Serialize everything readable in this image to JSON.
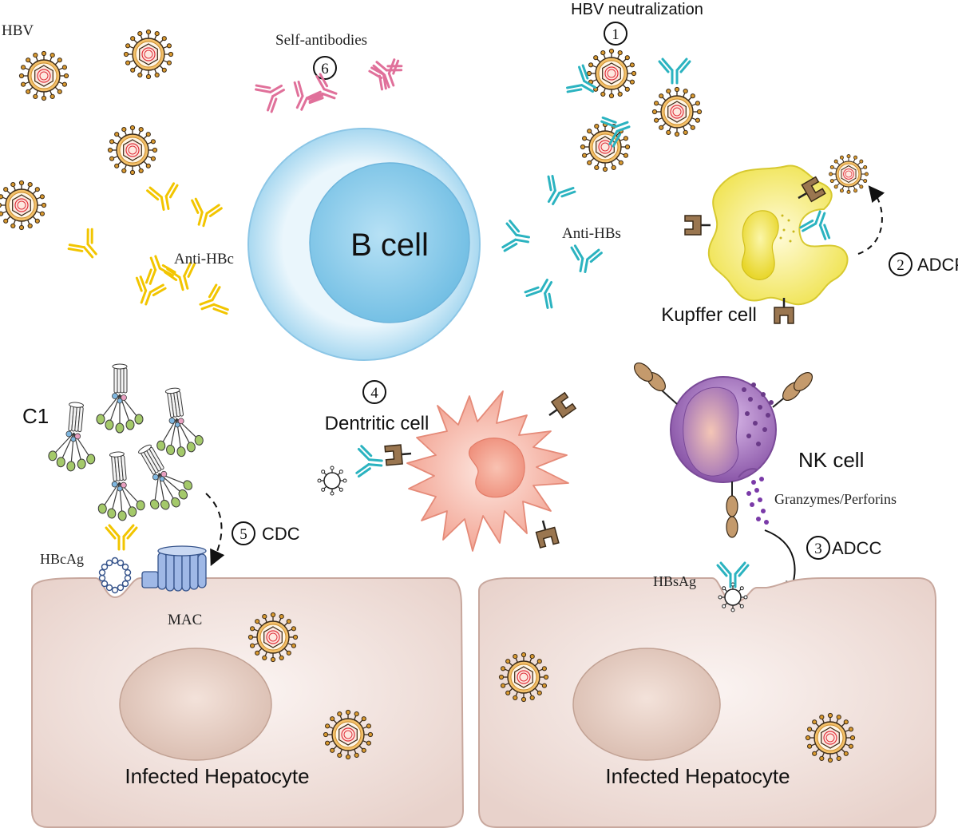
{
  "labels": {
    "hbv": "HBV",
    "self_antibodies": "Self-antibodies",
    "hbv_neutralization": "HBV neutralization",
    "b_cell": "B cell",
    "anti_hbc": "Anti-HBc",
    "anti_hbs": "Anti-HBs",
    "adcp": "ADCP",
    "kupffer_cell": "Kupffer cell",
    "c1": "C1",
    "dendritic_cell": "Dentritic cell",
    "nk_cell": "NK cell",
    "granzymes_perforins": "Granzymes/Perforins",
    "adcc": "ADCC",
    "cdc": "CDC",
    "hbcag": "HBcAg",
    "mac": "MAC",
    "hbsag": "HBsAg",
    "infected_hepatocyte_left": "Infected Hepatocyte",
    "infected_hepatocyte_right": "Infected Hepatocyte"
  },
  "steps": {
    "neutralization": "1",
    "adcp": "2",
    "adcc": "3",
    "dendritic": "4",
    "cdc": "5",
    "self_antibodies": "6"
  },
  "colors": {
    "anti_hbc_antibody": "#f2c500",
    "anti_hbs_antibody": "#2bb3c0",
    "self_antibody": "#e0709a",
    "virus_shell": "#c98a2a",
    "virus_core": "#e0303a",
    "b_cell_outer": "#cfe8f6",
    "b_cell_inner": "#8ccbe8",
    "kupffer_cell": "#f3ea6a",
    "dendritic_cell": "#f3a898",
    "nk_cell": "#9a6ab8",
    "hepatocyte": "#efdcd6",
    "receptor": "#9a7650"
  },
  "icons": {
    "virus": "hbv-virion-icon",
    "antibody": "y-shaped-antibody-icon",
    "complement_c1": "c1-complex-icon",
    "mac_pore": "membrane-attack-complex-icon",
    "fc_receptor": "fc-receptor-icon"
  }
}
